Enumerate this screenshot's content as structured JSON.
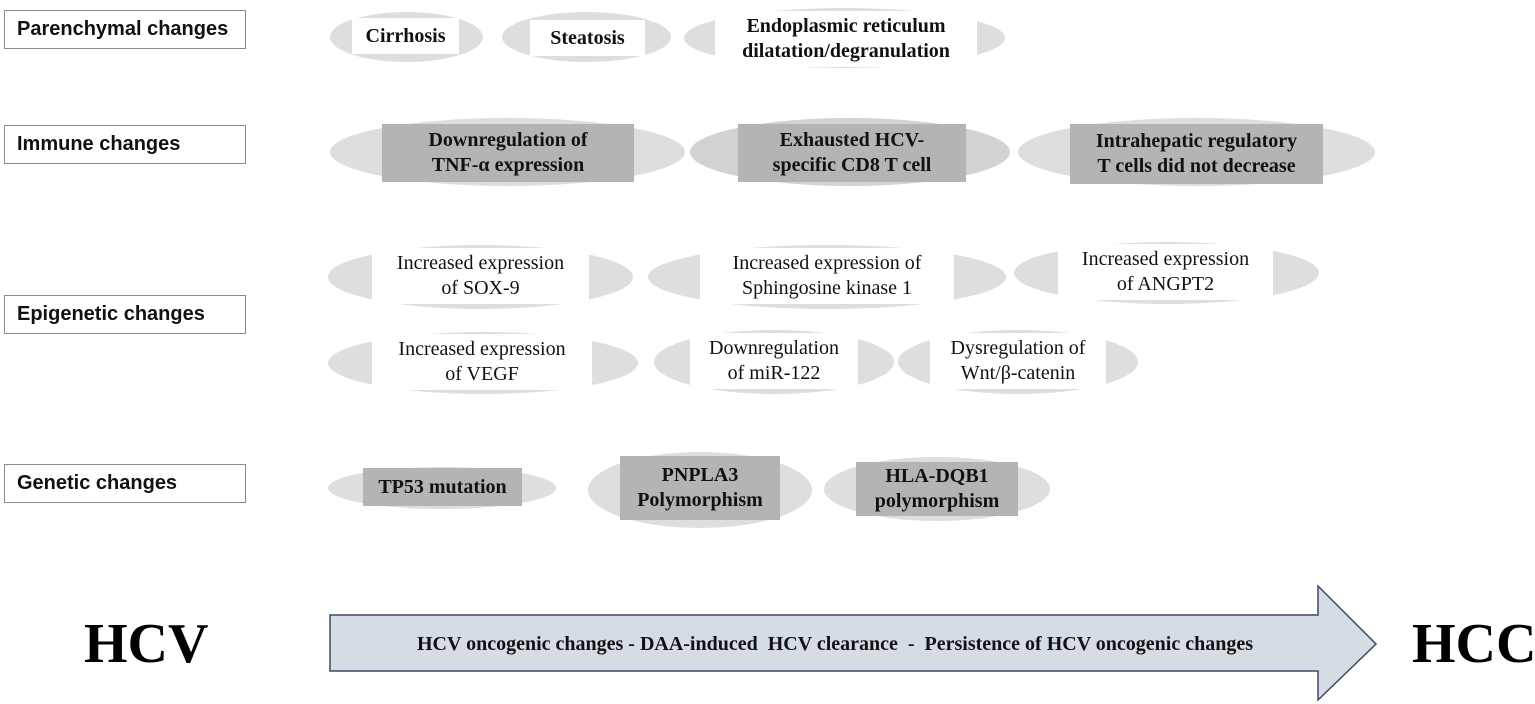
{
  "categories": {
    "parenchymal": "Parenchymal changes",
    "immune": "Immune  changes",
    "epigenetic": "Epigenetic changes",
    "genetic": "Genetic changes"
  },
  "parenchymal": {
    "cirrhosis": "Cirrhosis",
    "steatosis": "Steatosis",
    "er_line1": "Endoplasmic reticulum",
    "er_line2": "dilatation/degranulation"
  },
  "immune": {
    "tnf_line1": "Downregulation of",
    "tnf_line2": "TNF-α expression",
    "cd8_line1": "Exhausted HCV-",
    "cd8_line2": "specific CD8 T cell",
    "treg_line1": "Intrahepatic regulatory",
    "treg_line2": "T cells did not decrease"
  },
  "epigenetic": {
    "sox9_line1": "Increased expression",
    "sox9_line2": "of SOX-9",
    "sphk_line1": "Increased expression of",
    "sphk_line2": "Sphingosine kinase 1",
    "angpt_line1": "Increased expression",
    "angpt_line2": "of ANGPT2",
    "vegf_line1": "Increased expression",
    "vegf_line2": "of VEGF",
    "mir_line1": "Downregulation",
    "mir_line2": "of miR-122",
    "wnt_line1": "Dysregulation  of",
    "wnt_line2": "Wnt/β-catenin"
  },
  "genetic": {
    "tp53": "TP53 mutation",
    "pnpla3_line1": "PNPLA3",
    "pnpla3_line2": "Polymorphism",
    "hla_line1": "HLA-DQB1",
    "hla_line2": "polymorphism"
  },
  "bottom": {
    "start": "HCV",
    "end": "HCC",
    "arrow_text": "HCV oncogenic changes - DAA-induced  HCV clearance  -  Persistence of HCV oncogenic changes"
  },
  "colors": {
    "oval": "#dedede",
    "grey_box": "#b4b4b4",
    "arrow_fill": "#d6dce4"
  }
}
